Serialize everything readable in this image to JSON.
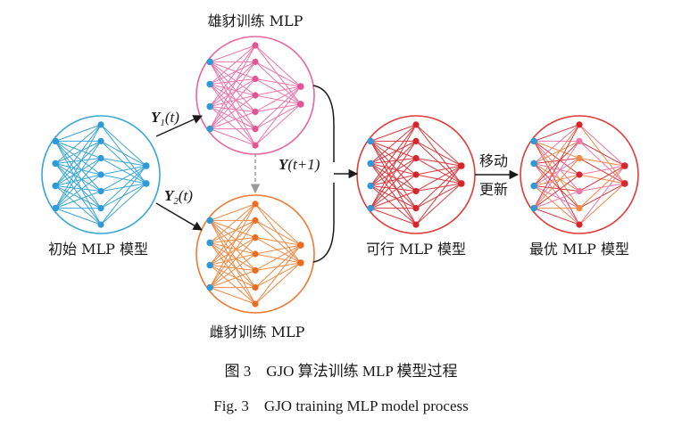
{
  "networks": {
    "initial": {
      "label": "初始 MLP 模型",
      "circle_color": "#3aa6d8",
      "edge_color": "#3aa6d8",
      "input_color": "#2f9ad6",
      "hidden_color": "#2f9ad6",
      "output_color": "#2f9ad6"
    },
    "male": {
      "label": "雄豺训练 MLP",
      "circle_color": "#e8669f",
      "edge_color": "#ec77ab",
      "input_color": "#2f9ad6",
      "hidden_color": "#e25592",
      "output_color": "#e25592"
    },
    "female": {
      "label": "雌豺训练 MLP",
      "circle_color": "#ef7a33",
      "edge_color": "#f08a45",
      "input_color": "#2f9ad6",
      "hidden_color": "#ec6d1f",
      "output_color": "#ec6d1f"
    },
    "feasible": {
      "label": "可行 MLP 模型",
      "circle_color": "#e23a3a",
      "edge_color": "#d9383d",
      "input_color": "#2f9ad6",
      "hidden_color": "#d6262d",
      "output_color": "#d6262d"
    },
    "best": {
      "label": "最优 MLP 模型",
      "circle_color": "#e23a3a",
      "edge_colors": [
        "#d9383d",
        "#ec77ab",
        "#f08a45"
      ],
      "input_color": "#2f9ad6",
      "hidden_color": "#d6262d",
      "output_color": "#d6262d"
    }
  },
  "arrows": {
    "y1": {
      "base": "Y",
      "sub": "1",
      "tail": "(t)"
    },
    "y2": {
      "base": "Y",
      "sub": "2",
      "tail": "(t)"
    },
    "yt1": {
      "base": "Y",
      "tail": "(t+1)"
    },
    "move_update": {
      "line1": "移动",
      "line2": "更新"
    }
  },
  "caption": {
    "zh": "图 3　GJO 算法训练 MLP 模型过程",
    "en": "Fig. 3　GJO training MLP model process"
  }
}
